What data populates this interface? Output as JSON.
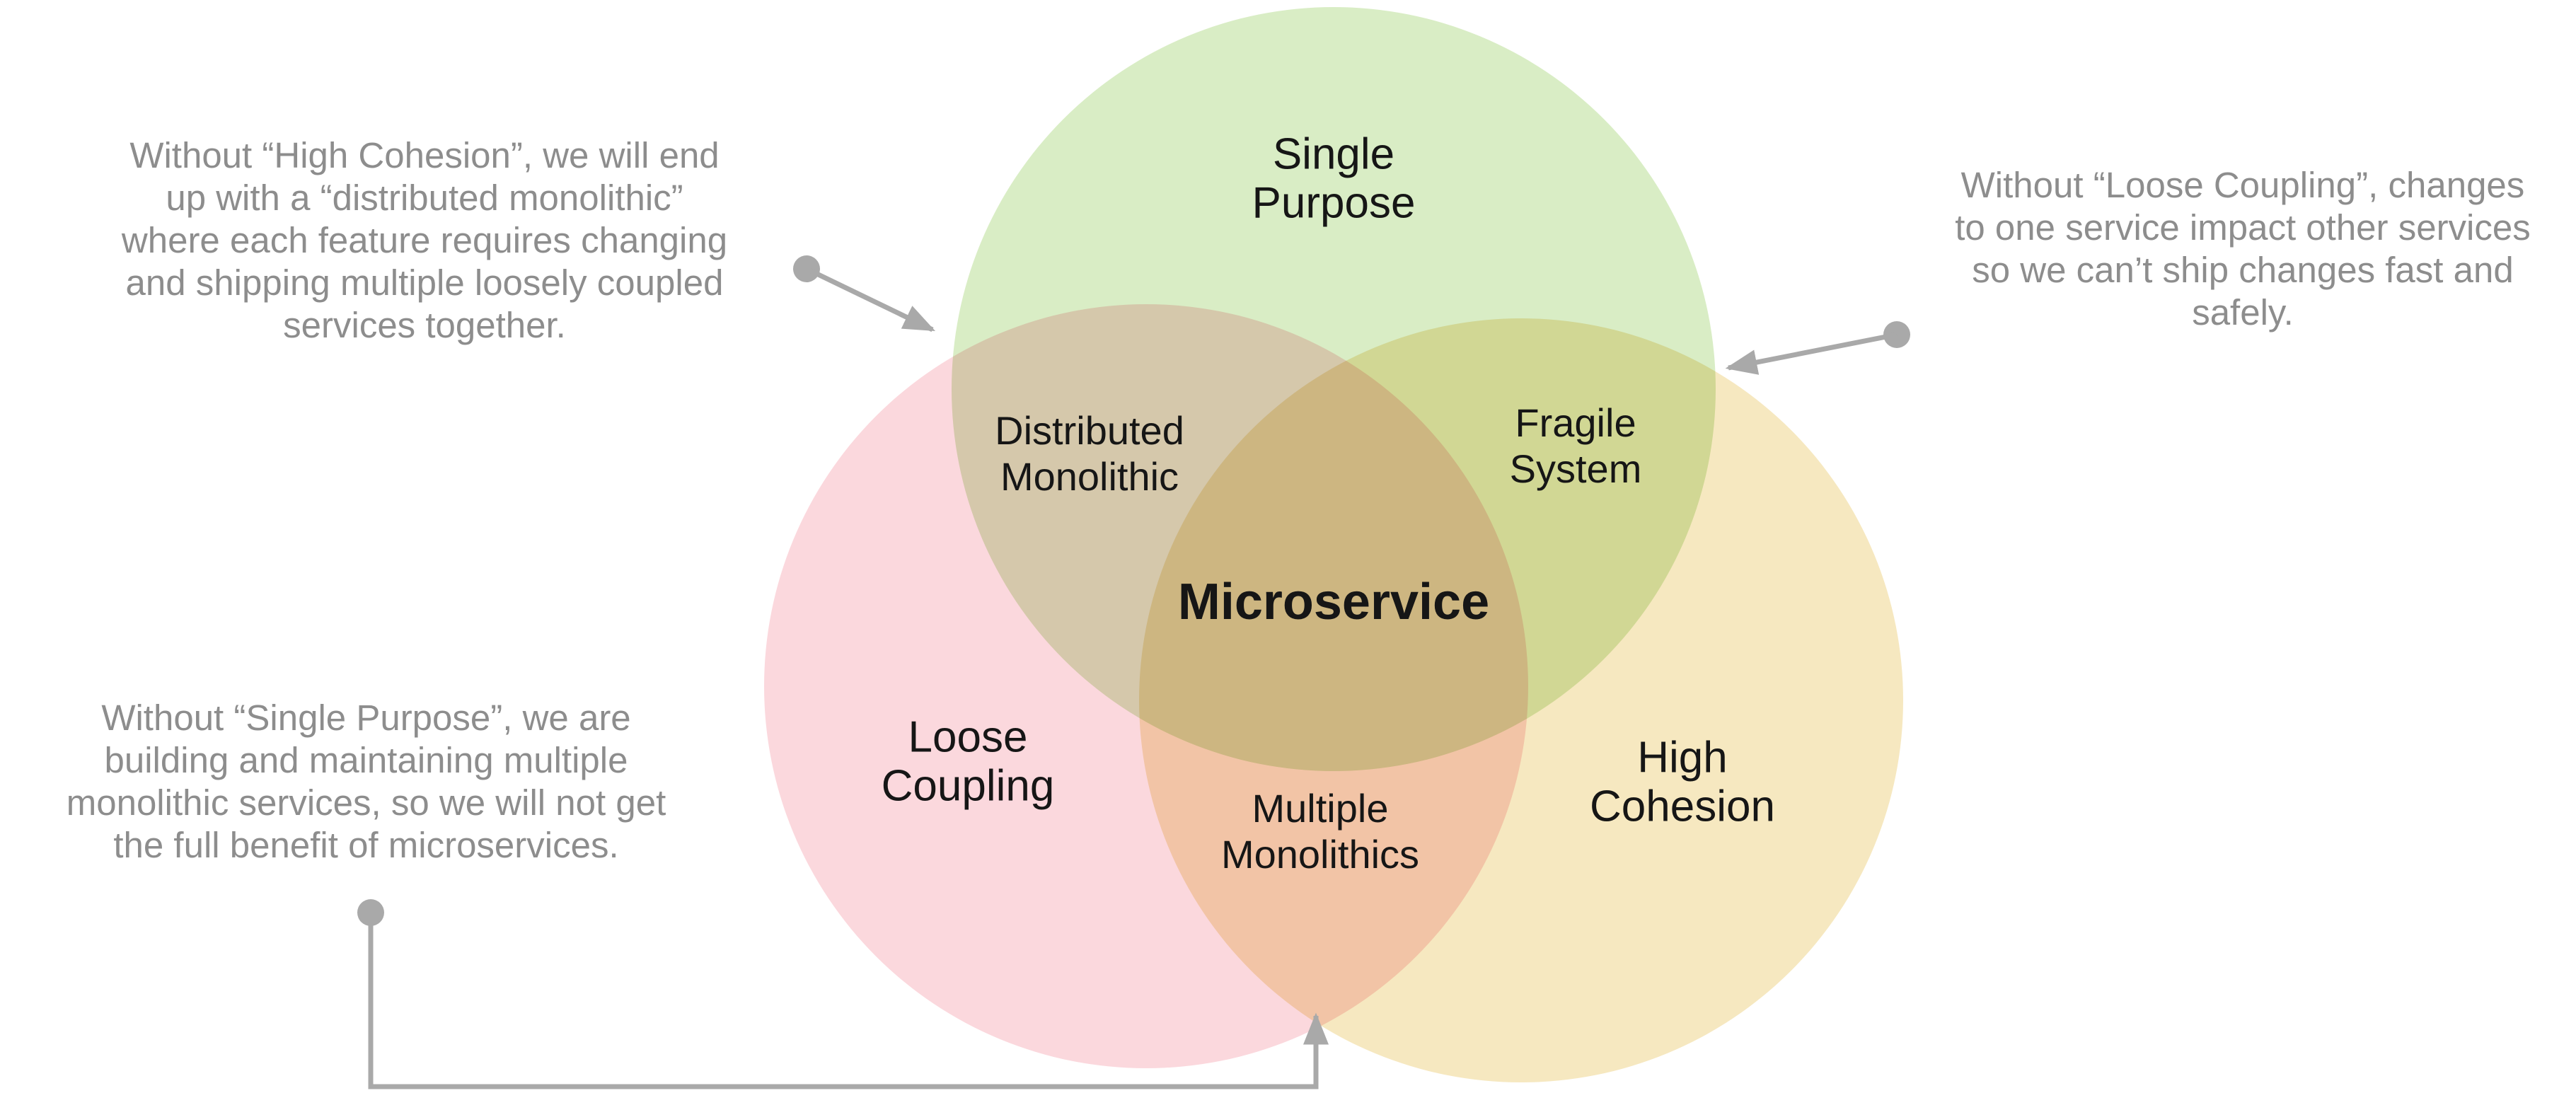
{
  "styles": {
    "background": "#ffffff",
    "line_color": "#a9a9a9",
    "annotation_text_color": "#8d8d8d",
    "label_text_color": "#161616"
  },
  "venn": {
    "center_label": "Microservice",
    "circles": [
      {
        "label": "Single\nPurpose",
        "color": "#d9edc5"
      },
      {
        "label": "Loose\nCoupling",
        "color": "#fbd8dd"
      },
      {
        "label": "High\nCohesion",
        "color": "#f6e8c0"
      }
    ],
    "overlaps": [
      {
        "label": "Distributed\nMonolithic"
      },
      {
        "label": "Fragile\nSystem"
      },
      {
        "label": "Multiple\nMonolithics"
      }
    ]
  },
  "annotations": {
    "high_cohesion_note": "Without “High Cohesion”, we will end\nup with a “distributed monolithic”\nwhere each feature requires changing\nand shipping multiple loosely coupled\nservices together.",
    "loose_coupling_note": "Without “Loose Coupling”, changes\nto one service impact other services\nso we can’t ship changes fast and\nsafely.",
    "single_purpose_note": "Without “Single Purpose”, we are\nbuilding and maintaining multiple\nmonolithic services, so we will not get\nthe full benefit of microservices."
  }
}
